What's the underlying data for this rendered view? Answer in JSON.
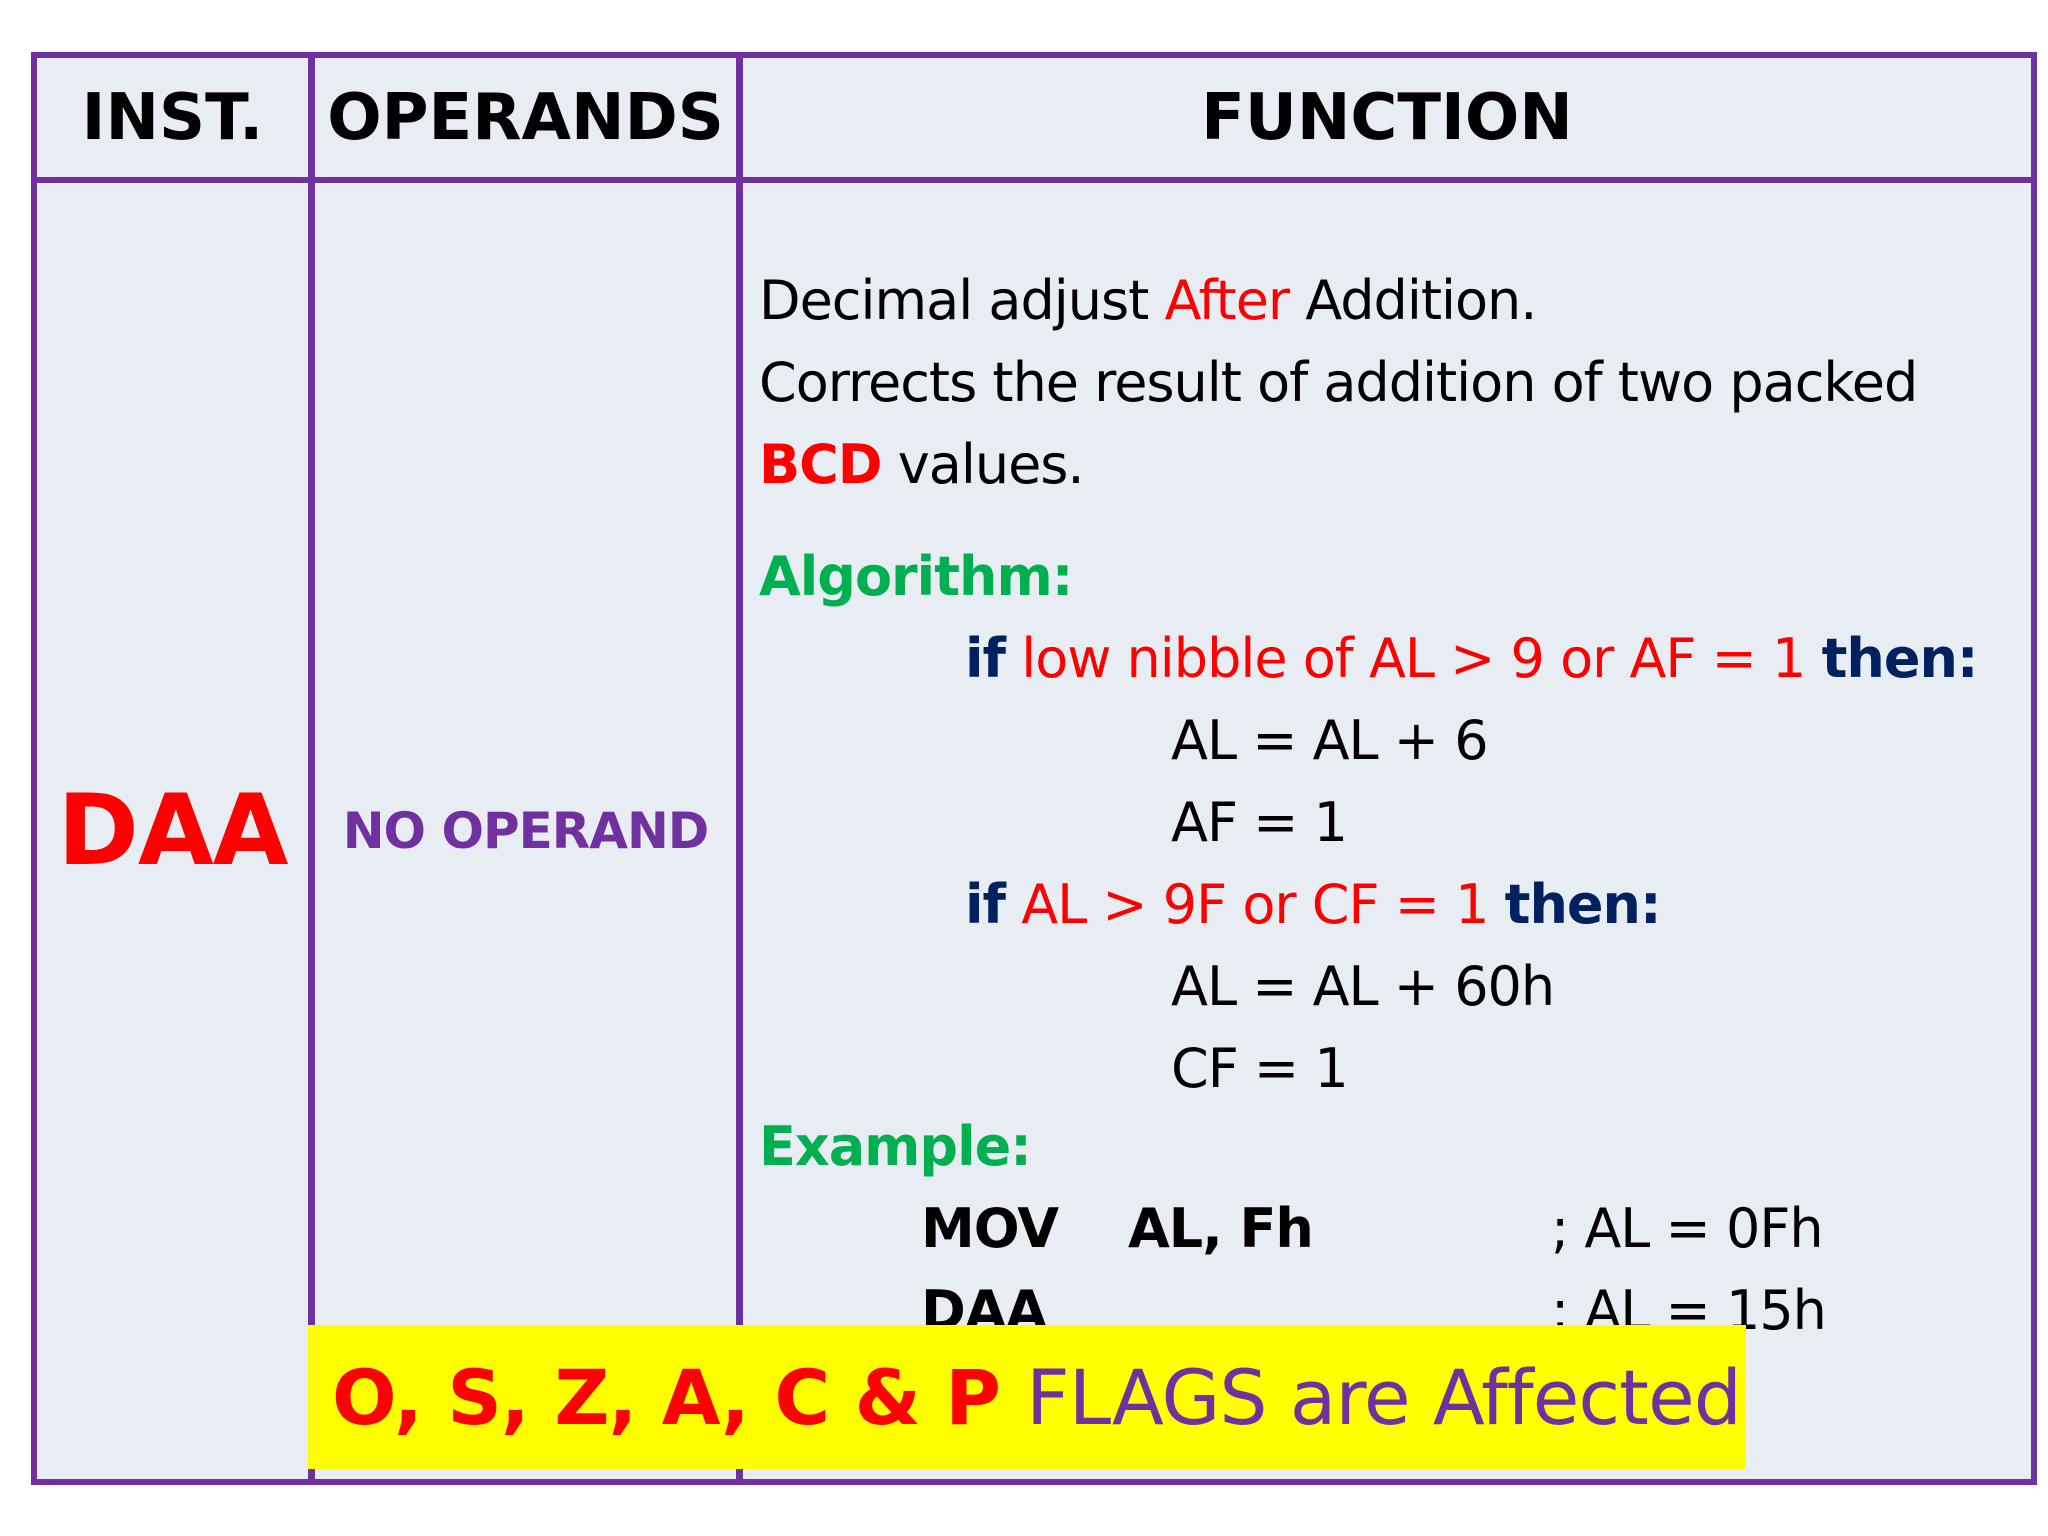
{
  "header": {
    "inst": "INST.",
    "operands": "OPERANDS",
    "function": "FUNCTION"
  },
  "row": {
    "inst": "DAA",
    "operands": "NO OPERAND",
    "function": {
      "line1": {
        "pre": "Decimal adjust ",
        "red": "After",
        "post": " Addition."
      },
      "line2": "Corrects the result of addition of two packed",
      "line3": {
        "red": "BCD",
        "post": " values."
      },
      "algorithm_label": "Algorithm:",
      "if1": {
        "kw": "if",
        "cond": "low nibble of AL > 9 or AF = 1",
        "then": "then:"
      },
      "if1_body": [
        "AL = AL + 6",
        "AF = 1"
      ],
      "if2": {
        "kw": "if",
        "cond": "AL > 9F or CF = 1",
        "then": "then:"
      },
      "if2_body": [
        "AL = AL + 60h",
        "CF = 1"
      ],
      "example_label": "Example:",
      "example": [
        {
          "mnemonic": "MOV",
          "operand": "AL, Fh",
          "comment": "; AL = 0Fh"
        },
        {
          "mnemonic": "DAA",
          "operand": "",
          "comment": "; AL = 15h"
        }
      ]
    }
  },
  "flags_banner": {
    "flags": "O, S, Z, A, C & P",
    "text": "FLAGS are Affected"
  },
  "colors": {
    "border": "#7030a0",
    "cell_bg": "#e8edf4",
    "red": "#ff0000",
    "green": "#00b050",
    "navy": "#002060",
    "banner": "#ffff00"
  }
}
